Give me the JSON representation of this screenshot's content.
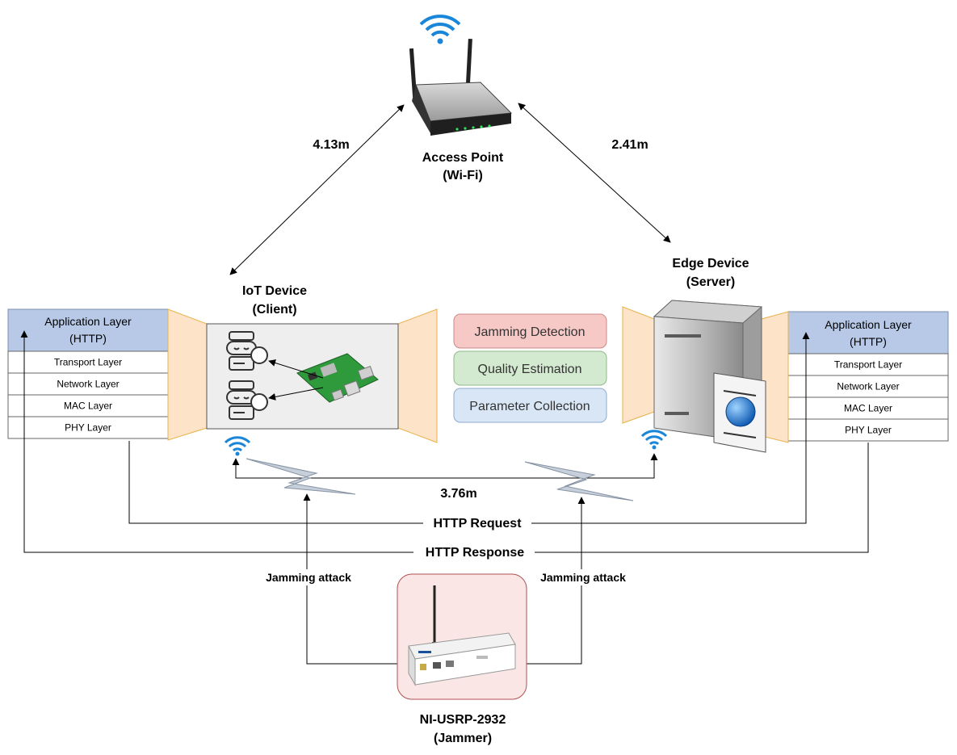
{
  "access_point": {
    "title": "Access Point",
    "subtitle": "(Wi-Fi)"
  },
  "iot_device": {
    "title": "IoT Device",
    "subtitle": "(Client)"
  },
  "edge_device": {
    "title": "Edge Device",
    "subtitle": "(Server)"
  },
  "jammer": {
    "title": "NI-USRP-2932",
    "subtitle": "(Jammer)"
  },
  "distances": {
    "iot_to_ap": "4.13m",
    "ap_to_edge": "2.41m",
    "iot_to_edge": "3.76m"
  },
  "client_stack": {
    "app_line1": "Application Layer",
    "app_line2": "(HTTP)",
    "layers": [
      "Transport Layer",
      "Network Layer",
      "MAC Layer",
      "PHY Layer"
    ]
  },
  "server_stack": {
    "app_line1": "Application Layer",
    "app_line2": "(HTTP)",
    "layers": [
      "Transport Layer",
      "Network Layer",
      "MAC Layer",
      "PHY Layer"
    ]
  },
  "modules": [
    "Jamming Detection",
    "Quality Estimation",
    "Parameter Collection"
  ],
  "flows": {
    "request": "HTTP Request",
    "response": "HTTP Response"
  },
  "attacks": {
    "left": "Jamming attack",
    "right": "Jamming attack"
  },
  "colors": {
    "stack_header": "#b7c9e6",
    "funnel": "#fde4c8",
    "funnel_stroke": "#e8b04a",
    "module_red": "#f6c8c6",
    "module_green": "#d4ead0",
    "module_blue": "#d9e6f5",
    "wifi": "#1a86d9",
    "jammer_bg": "#fbe6e6"
  }
}
